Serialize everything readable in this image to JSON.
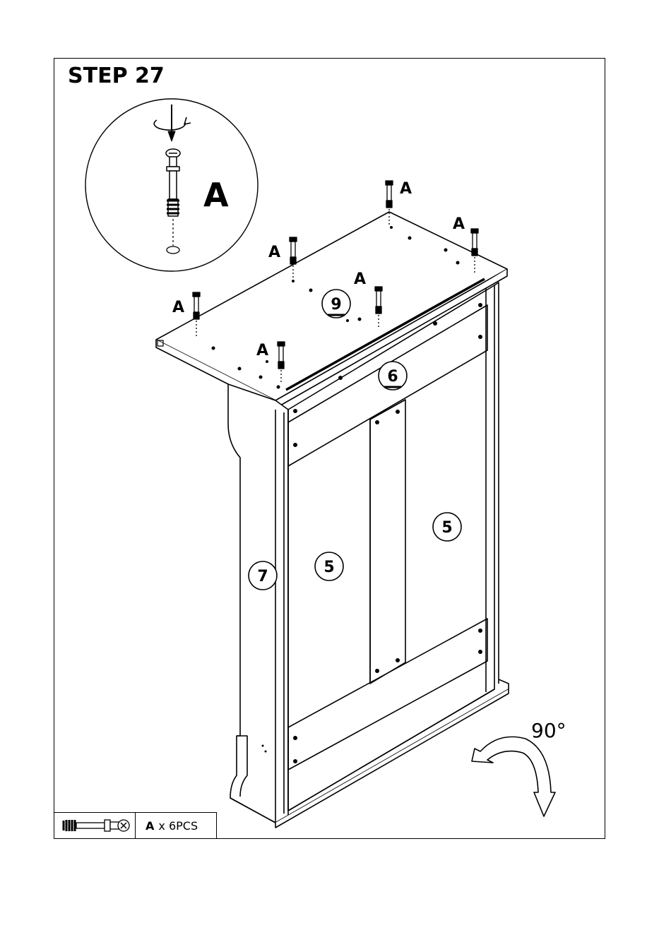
{
  "step": {
    "title": "STEP 27"
  },
  "detail": {
    "part_letter": "A"
  },
  "fastener_labels": [
    "A",
    "A",
    "A",
    "A",
    "A",
    "A"
  ],
  "part_numbers": {
    "top_panel": "9",
    "rail": "6",
    "side_panel": "7",
    "door_left": "5",
    "door_right": "5"
  },
  "rotation": {
    "label": "90°"
  },
  "legend": {
    "part": "A",
    "quantity": "x 6PCS"
  }
}
